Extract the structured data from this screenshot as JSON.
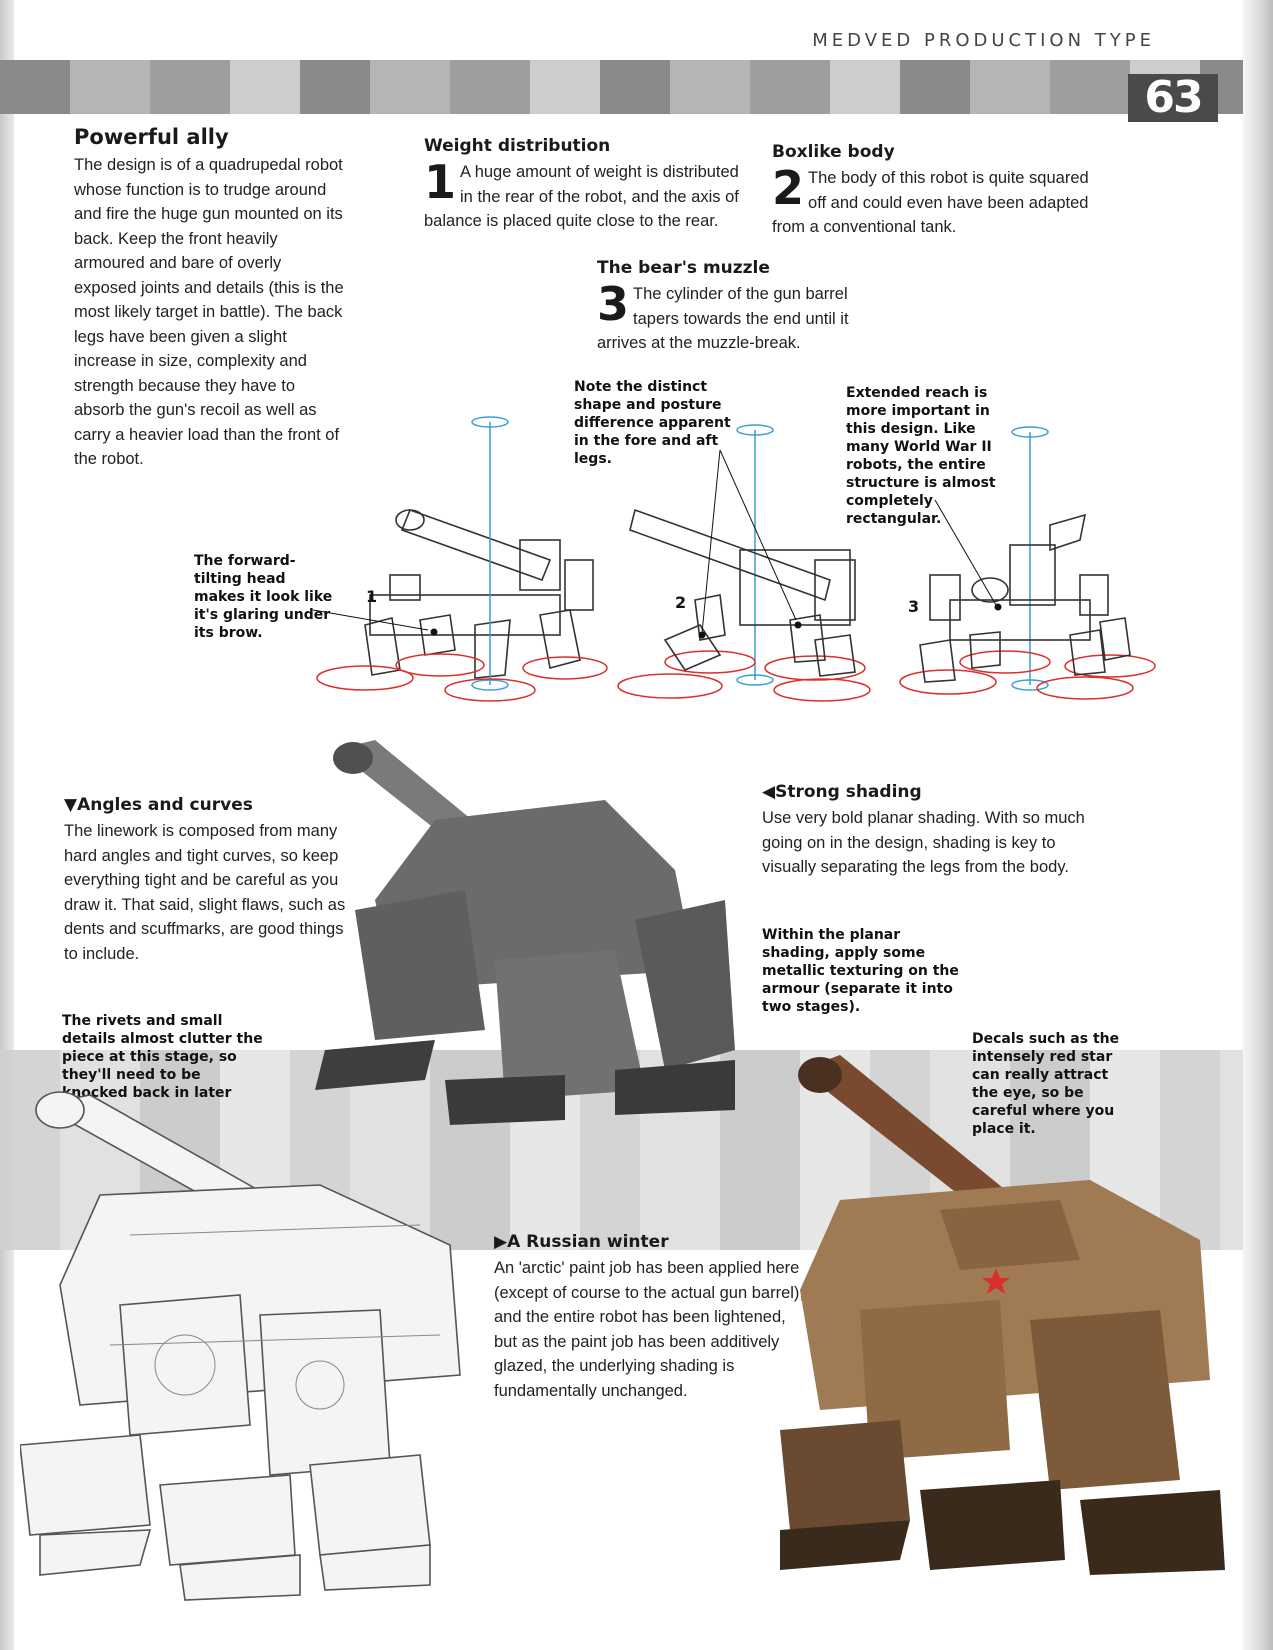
{
  "running_head": "MEDVED PRODUCTION TYPE",
  "page_number": "63",
  "powerful_ally": {
    "heading": "Powerful ally",
    "body": "The design is of a quadrupedal robot whose function is to trudge around and fire the huge gun mounted on its back. Keep the front heavily armoured and bare of overly exposed joints and details (this is the most likely target in battle). The back legs have been given a slight increase in size, complexity and strength because they have to absorb the gun's recoil as well as carry a heavier load than the front of the robot."
  },
  "steps": [
    {
      "heading": "Weight distribution",
      "number": "1",
      "body": "A huge amount of weight is distributed in the rear of the robot, and the axis of balance is placed quite close to the rear."
    },
    {
      "heading": "Boxlike body",
      "number": "2",
      "body": "The body of this robot is quite squared off and could even have been adapted from a conventional tank."
    },
    {
      "heading": "The bear's muzzle",
      "number": "3",
      "body": "The cylinder of the gun barrel tapers towards the end until it arrives at the muzzle-break."
    }
  ],
  "captions": {
    "forward_tilting": "The forward-tilting head makes it look like it's glaring under its brow.",
    "fore_aft": "Note the distinct shape and posture difference apparent in the fore and aft legs.",
    "extended_reach": "Extended reach is more important in this design. Like many World War II robots, the entire structure is almost completely rectangular.",
    "planar": "Within the planar shading, apply some metallic texturing on the armour (separate it into two stages).",
    "rivets": "The rivets and small details almost clutter the piece at this stage, so they'll need to be knocked back in later work.",
    "decals": "Decals such as the intensely red star can really attract the eye, so be careful where you place it."
  },
  "sketch_labels": [
    "1",
    "2",
    "3"
  ],
  "angles_curves": {
    "arrow": "▼",
    "heading": "Angles and curves",
    "body": "The linework is composed from many hard angles and tight curves, so keep everything tight and be careful as you draw it. That said, slight flaws, such as dents and scuffmarks, are good things to include."
  },
  "strong_shading": {
    "arrow": "◀",
    "heading": "Strong shading",
    "body": "Use very bold planar shading. With so much going on in the design, shading is key to visually separating the legs from the body."
  },
  "russian_winter": {
    "arrow": "▶",
    "heading": "A Russian winter",
    "body": "An 'arctic' paint job has been applied here (except of course to the actual gun barrel), and the entire robot has been lightened, but as the paint job has been additively glazed, the underlying shading is fundamentally unchanged."
  },
  "colors": {
    "balance_axis": "#3a9fd0",
    "foot_ellipse": "#d9302c",
    "painted_robot": "#9a7550",
    "shaded_robot": "#6b6b6b"
  },
  "icons": [
    "sketch-robot",
    "balance-axis",
    "foot-ellipse",
    "shaded-robot",
    "lineart-robot",
    "painted-robot"
  ]
}
